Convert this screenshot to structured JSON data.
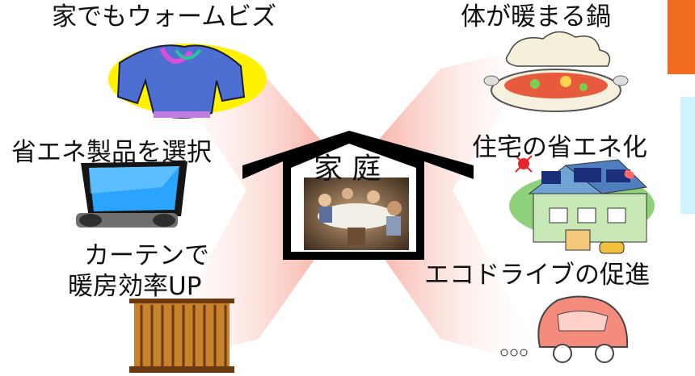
{
  "center": {
    "title": "家 庭"
  },
  "items": {
    "warm_biz": "家でもウォームビズ",
    "hot_pot": "体が暖まる鍋",
    "eco_appliance": "省エネ製品を選択",
    "eco_house": "住宅の省エネ化",
    "curtain_line1": "カーテンで",
    "curtain_line2": "暖房効率UP",
    "eco_drive": "エコドライブの促進"
  },
  "colors": {
    "arrow_fill": "#f79a86",
    "house_frame": "#000000",
    "edge_orange": "#f26c1f",
    "edge_cyan": "#cff3ff"
  },
  "icons": [
    "sweater-icon",
    "hot-pot-icon",
    "tv-icon",
    "house-solar-icon",
    "curtain-icon",
    "car-icon",
    "family-dinner-photo"
  ]
}
